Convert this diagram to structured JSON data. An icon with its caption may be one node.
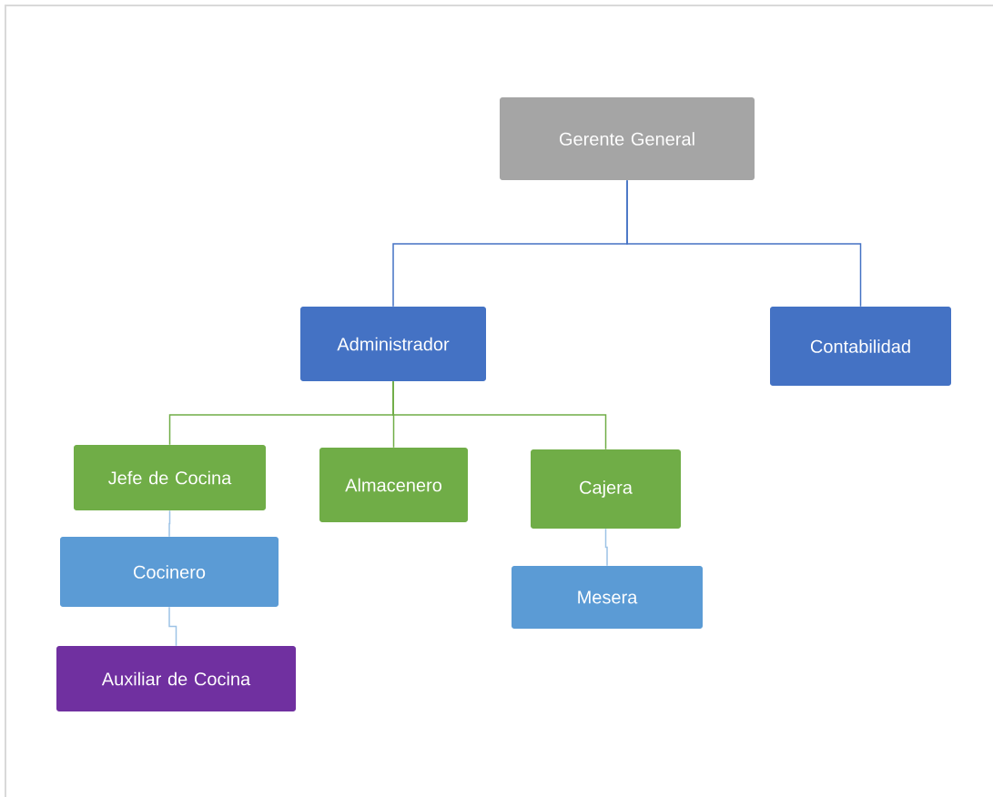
{
  "diagram": {
    "nodes": [
      {
        "text": [
          "Gerente General"
        ]
      },
      {
        "text": [
          "Administrador"
        ]
      },
      {
        "text": [
          "Contabilidad"
        ]
      },
      {
        "text": [
          "Jefe de Cocina"
        ]
      },
      {
        "text": [
          "Almacenero"
        ]
      },
      {
        "text": [
          "Cajera"
        ]
      },
      {
        "text": [
          "Cocinero"
        ]
      },
      {
        "text": [
          "Auxiliar de Cocina"
        ]
      },
      {
        "text": [
          "Mesera"
        ]
      }
    ],
    "edges": [
      {
        "from": 0,
        "to": 1,
        "arrow": "none",
        "color": "#4472c4"
      },
      {
        "from": 0,
        "to": 2,
        "arrow": "none",
        "color": "#4472c4"
      },
      {
        "from": 1,
        "to": 3,
        "arrow": "none",
        "color": "#70ad47"
      },
      {
        "from": 1,
        "to": 4,
        "arrow": "none",
        "color": "#70ad47"
      },
      {
        "from": 1,
        "to": 5,
        "arrow": "none",
        "color": "#70ad47"
      },
      {
        "from": 3,
        "to": 6,
        "arrow": "none",
        "color": "#9dc3e6"
      },
      {
        "from": 6,
        "to": 7,
        "arrow": "none",
        "color": "#9dc3e6"
      },
      {
        "from": 5,
        "to": 8,
        "arrow": "none",
        "color": "#9dc3e6"
      }
    ]
  }
}
